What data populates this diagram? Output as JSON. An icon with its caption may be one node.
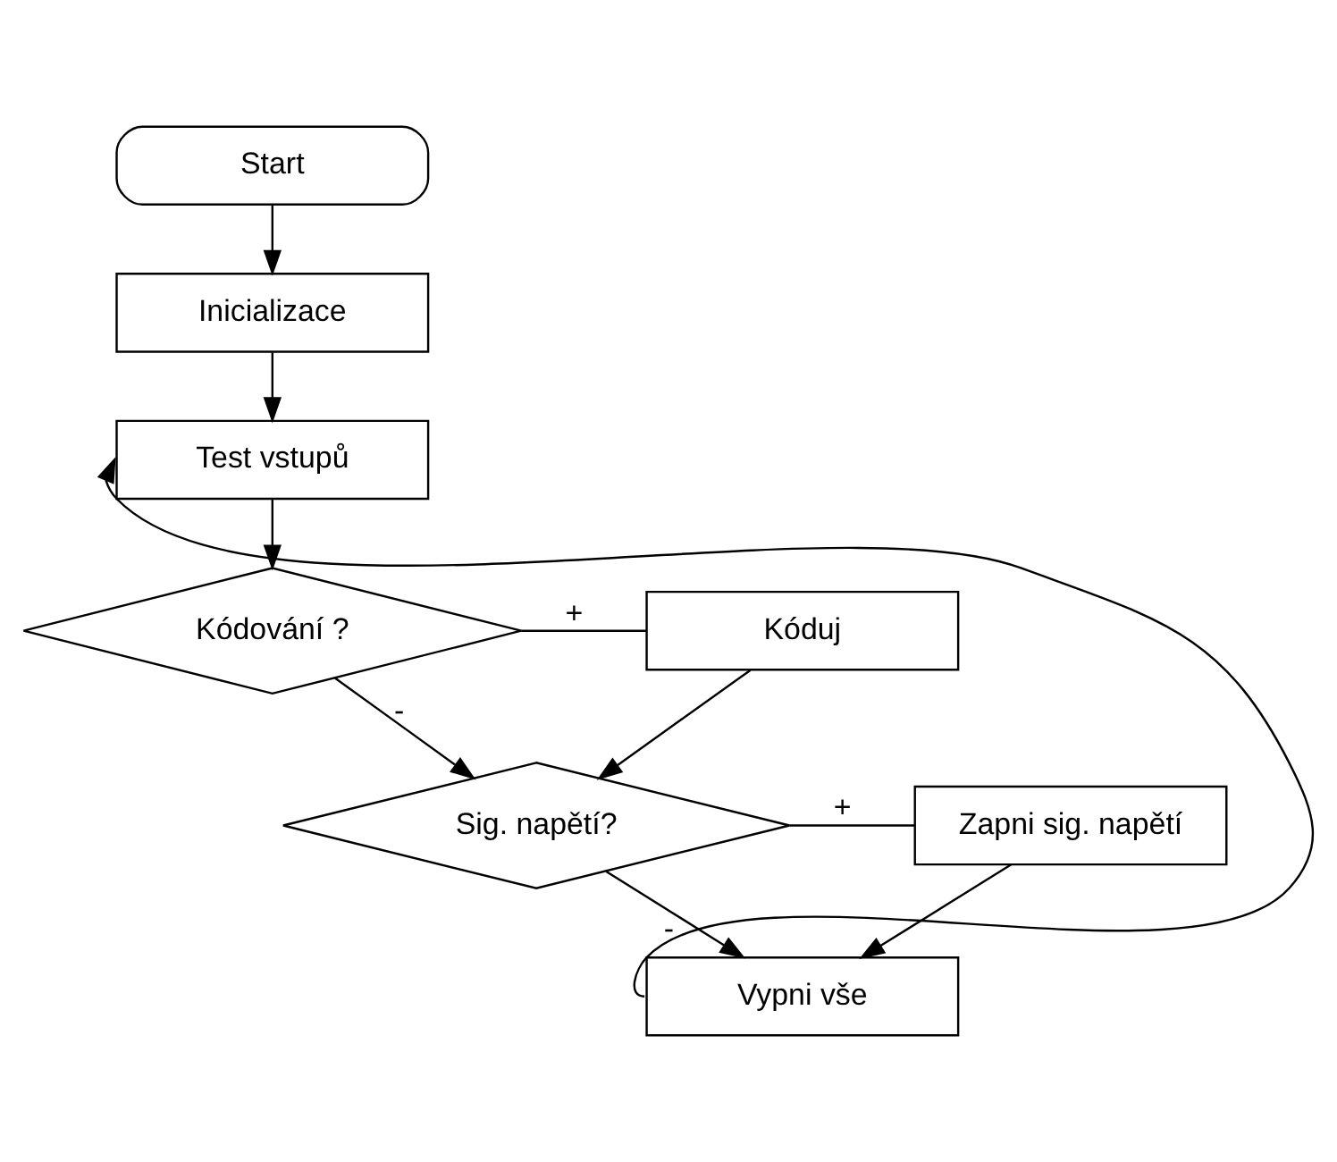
{
  "diagram": {
    "nodes": [
      {
        "text": [
          "Start"
        ]
      },
      {
        "text": [
          "Inicializace"
        ]
      },
      {
        "text": [
          "Test vstupů"
        ]
      },
      {
        "text": [
          "Kódování ?"
        ]
      },
      {
        "text": [
          "Kóduj"
        ]
      },
      {
        "text": [
          "Sig. napětí?"
        ]
      },
      {
        "text": [
          "Zapni sig. napětí"
        ]
      },
      {
        "text": [
          "Vypni vše"
        ]
      }
    ],
    "edges": [
      {
        "from": 0,
        "to": 1,
        "arrow": "to"
      },
      {
        "from": 1,
        "to": 2,
        "arrow": "to"
      },
      {
        "from": 2,
        "to": 3,
        "arrow": "to"
      },
      {
        "from": 3,
        "to": 4,
        "arrow": "none",
        "label": "+"
      },
      {
        "from": 3,
        "to": 5,
        "arrow": "to",
        "label": "-"
      },
      {
        "from": 4,
        "to": 5,
        "arrow": "to"
      },
      {
        "from": 5,
        "to": 6,
        "arrow": "none",
        "label": "+"
      },
      {
        "from": 5,
        "to": 7,
        "arrow": "to",
        "label": "-"
      },
      {
        "from": 6,
        "to": 7,
        "arrow": "to"
      },
      {
        "from": 7,
        "to": 2,
        "arrow": "to"
      }
    ]
  }
}
